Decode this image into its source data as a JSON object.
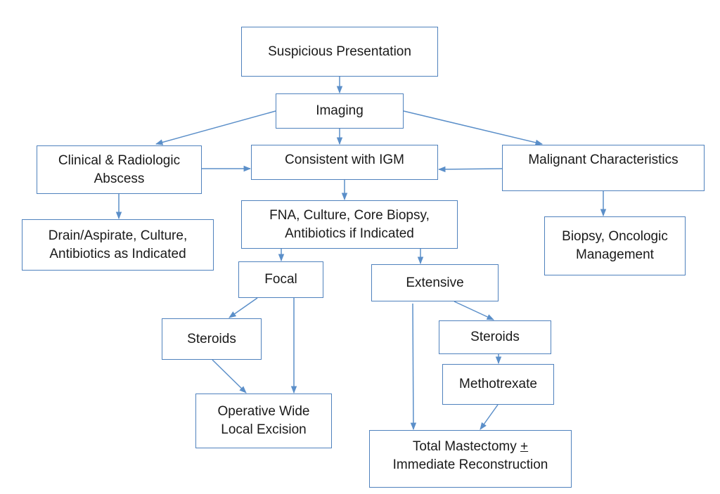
{
  "diagram": {
    "title": "IGM Management Flowchart",
    "colors": {
      "box_border": "#4f81bd",
      "arrow": "#5b8fc9",
      "text": "#1a1a1a",
      "background": "#ffffff"
    },
    "nodes": {
      "suspicious": {
        "label": "Suspicious Presentation"
      },
      "imaging": {
        "label": "Imaging"
      },
      "clinical": {
        "label": "Clinical & Radiologic\nAbscess"
      },
      "consistent": {
        "label": "Consistent with IGM"
      },
      "malignant": {
        "label": "Malignant Characteristics"
      },
      "drain": {
        "label": "Drain/Aspirate, Culture,\nAntibiotics as Indicated"
      },
      "fna": {
        "label": "FNA, Culture, Core Biopsy,\nAntibiotics if Indicated"
      },
      "biopsy": {
        "label": "Biopsy, Oncologic\nManagement"
      },
      "focal": {
        "label": "Focal"
      },
      "extensive": {
        "label": "Extensive"
      },
      "steroids_focal": {
        "label": "Steroids"
      },
      "steroids_ext": {
        "label": "Steroids"
      },
      "methotrexate": {
        "label": "Methotrexate"
      },
      "operative": {
        "label": "Operative Wide\nLocal Excision"
      },
      "mastectomy_line1": {
        "label": "Total Mastectomy ",
        "pm": "+"
      },
      "mastectomy_line2": {
        "label": "Immediate Reconstruction"
      }
    },
    "edges": [
      {
        "from": "suspicious",
        "to": "imaging"
      },
      {
        "from": "imaging",
        "to": "clinical"
      },
      {
        "from": "imaging",
        "to": "consistent"
      },
      {
        "from": "imaging",
        "to": "malignant"
      },
      {
        "from": "clinical",
        "to": "consistent"
      },
      {
        "from": "malignant",
        "to": "consistent"
      },
      {
        "from": "clinical",
        "to": "drain"
      },
      {
        "from": "consistent",
        "to": "fna"
      },
      {
        "from": "malignant",
        "to": "biopsy"
      },
      {
        "from": "fna",
        "to": "focal"
      },
      {
        "from": "fna",
        "to": "extensive"
      },
      {
        "from": "focal",
        "to": "steroids_focal"
      },
      {
        "from": "focal",
        "to": "operative"
      },
      {
        "from": "steroids_focal",
        "to": "operative"
      },
      {
        "from": "extensive",
        "to": "steroids_ext"
      },
      {
        "from": "extensive",
        "to": "mastectomy"
      },
      {
        "from": "steroids_ext",
        "to": "methotrexate"
      },
      {
        "from": "methotrexate",
        "to": "mastectomy"
      }
    ]
  }
}
